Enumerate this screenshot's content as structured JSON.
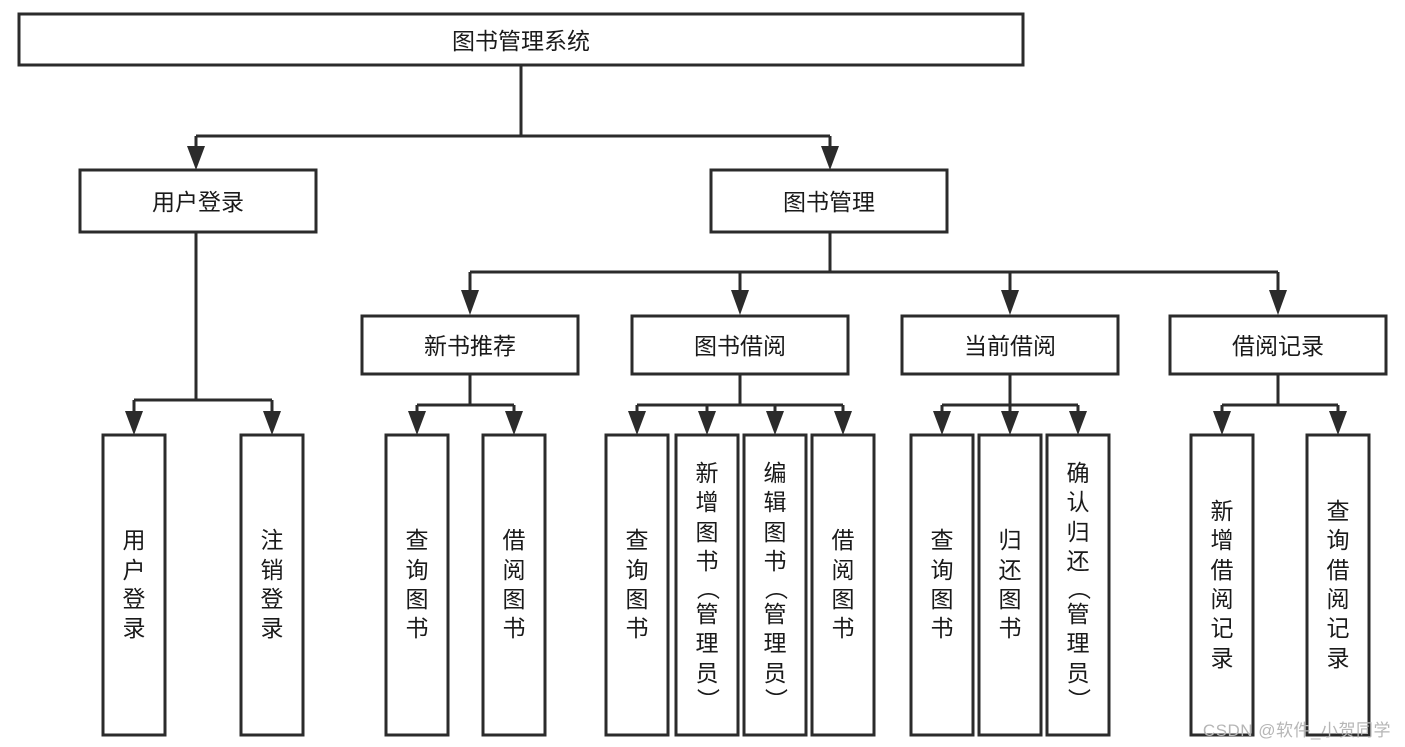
{
  "diagram": {
    "type": "tree",
    "title": "图书管理系统",
    "orientation": "top-down",
    "colors": {
      "box_fill": "#ffffff",
      "box_stroke": "#2b2b2b",
      "text": "#1a1a1a",
      "watermark": "#b6b6b6",
      "background": "#ffffff"
    },
    "root": {
      "id": "root",
      "label": "图书管理系统"
    },
    "level2": [
      {
        "id": "user-login",
        "label": "用户登录"
      },
      {
        "id": "book-manage",
        "label": "图书管理"
      }
    ],
    "level3": [
      {
        "id": "new-book-recommend",
        "label": "新书推荐",
        "parent": "book-manage"
      },
      {
        "id": "book-borrow",
        "label": "图书借阅",
        "parent": "book-manage"
      },
      {
        "id": "current-borrow",
        "label": "当前借阅",
        "parent": "book-manage"
      },
      {
        "id": "borrow-record",
        "label": "借阅记录",
        "parent": "book-manage"
      }
    ],
    "leaves": [
      {
        "id": "leaf-user-login",
        "parent": "user-login",
        "label": "用户登录",
        "chars": [
          "用",
          "户",
          "登",
          "录"
        ]
      },
      {
        "id": "leaf-user-logout",
        "parent": "user-login",
        "label": "注销登录",
        "chars": [
          "注",
          "销",
          "登",
          "录"
        ]
      },
      {
        "id": "leaf-query-book-rec",
        "parent": "new-book-recommend",
        "label": "查询图书",
        "chars": [
          "查",
          "询",
          "图",
          "书"
        ]
      },
      {
        "id": "leaf-borrow-book-rec",
        "parent": "new-book-recommend",
        "label": "借阅图书",
        "chars": [
          "借",
          "阅",
          "图",
          "书"
        ]
      },
      {
        "id": "leaf-query-book-borrow",
        "parent": "book-borrow",
        "label": "查询图书",
        "chars": [
          "查",
          "询",
          "图",
          "书"
        ]
      },
      {
        "id": "leaf-add-book-admin",
        "parent": "book-borrow",
        "label": "新增图书（管理员）",
        "chars": [
          "新",
          "增",
          "图",
          "书",
          "（",
          "管",
          "理",
          "员",
          "）"
        ]
      },
      {
        "id": "leaf-edit-book-admin",
        "parent": "book-borrow",
        "label": "编辑图书（管理员）",
        "chars": [
          "编",
          "辑",
          "图",
          "书",
          "（",
          "管",
          "理",
          "员",
          "）"
        ]
      },
      {
        "id": "leaf-borrow-book",
        "parent": "book-borrow",
        "label": "借阅图书",
        "chars": [
          "借",
          "阅",
          "图",
          "书"
        ]
      },
      {
        "id": "leaf-query-book-cur",
        "parent": "current-borrow",
        "label": "查询图书",
        "chars": [
          "查",
          "询",
          "图",
          "书"
        ]
      },
      {
        "id": "leaf-return-book",
        "parent": "current-borrow",
        "label": "归还图书",
        "chars": [
          "归",
          "还",
          "图",
          "书"
        ]
      },
      {
        "id": "leaf-confirm-return-admin",
        "parent": "current-borrow",
        "label": "确认归还（管理员）",
        "chars": [
          "确",
          "认",
          "归",
          "还",
          "（",
          "管",
          "理",
          "员",
          "）"
        ]
      },
      {
        "id": "leaf-add-borrow-record",
        "parent": "borrow-record",
        "label": "新增借阅记录",
        "chars": [
          "新",
          "增",
          "借",
          "阅",
          "记",
          "录"
        ]
      },
      {
        "id": "leaf-query-borrow-record",
        "parent": "borrow-record",
        "label": "查询借阅记录",
        "chars": [
          "查",
          "询",
          "借",
          "阅",
          "记",
          "录"
        ]
      }
    ]
  },
  "watermark": {
    "text": "CSDN @软件_小贺同学"
  }
}
